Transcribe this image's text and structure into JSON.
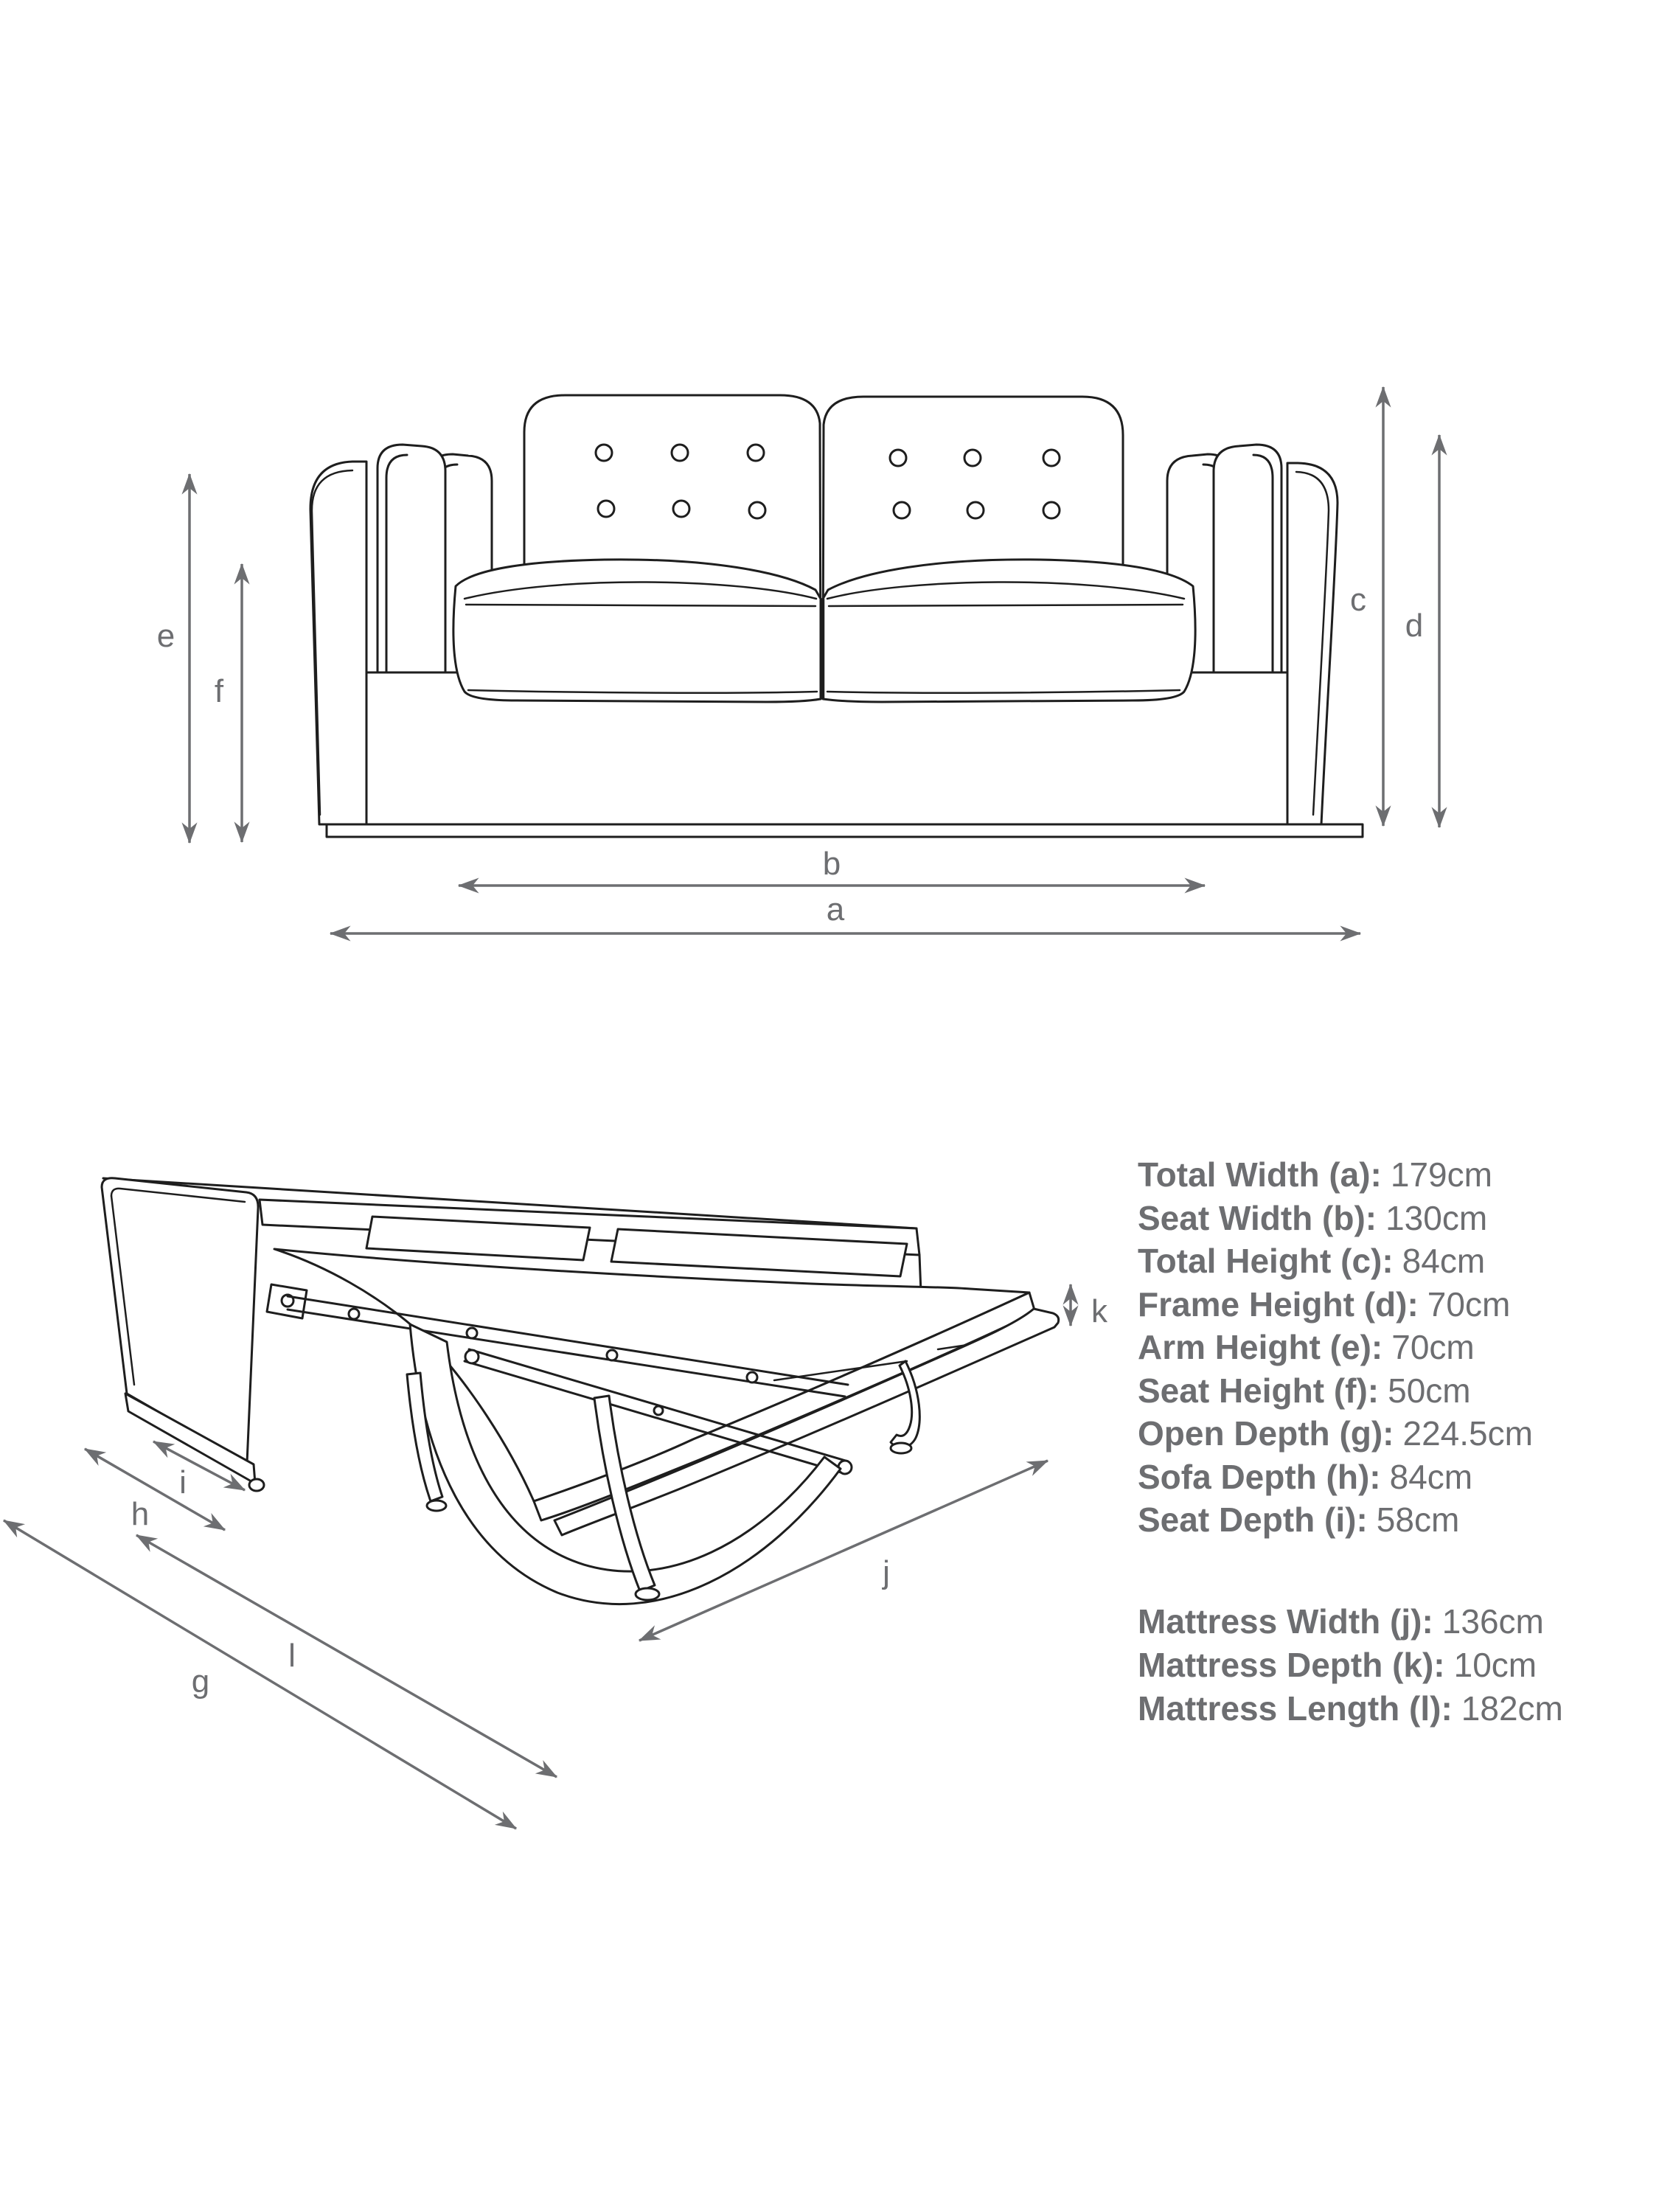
{
  "colors": {
    "line_art": "#1e1e1e",
    "dimension_gray": "#6d6e71",
    "background": "#ffffff"
  },
  "letters": {
    "a": "a",
    "b": "b",
    "c": "c",
    "d": "d",
    "e": "e",
    "f": "f",
    "g": "g",
    "h": "h",
    "i": "i",
    "j": "j",
    "k": "k",
    "l": "l"
  },
  "specs": {
    "group1": [
      {
        "label": "Total Width (a):",
        "value": "179cm"
      },
      {
        "label": "Seat Width (b):",
        "value": "130cm"
      },
      {
        "label": "Total Height (c):",
        "value": "84cm"
      },
      {
        "label": "Frame Height (d):",
        "value": "70cm"
      },
      {
        "label": "Arm Height (e):",
        "value": "70cm"
      },
      {
        "label": "Seat Height (f):",
        "value": "50cm"
      },
      {
        "label": "Open Depth (g):",
        "value": "224.5cm"
      },
      {
        "label": "Sofa Depth (h):",
        "value": "84cm"
      },
      {
        "label": "Seat Depth (i):",
        "value": "58cm"
      }
    ],
    "group2": [
      {
        "label": "Mattress Width (j):",
        "value": "136cm"
      },
      {
        "label": "Mattress Depth (k):",
        "value": "10cm"
      },
      {
        "label": "Mattress Length (l):",
        "value": "182cm"
      }
    ]
  }
}
